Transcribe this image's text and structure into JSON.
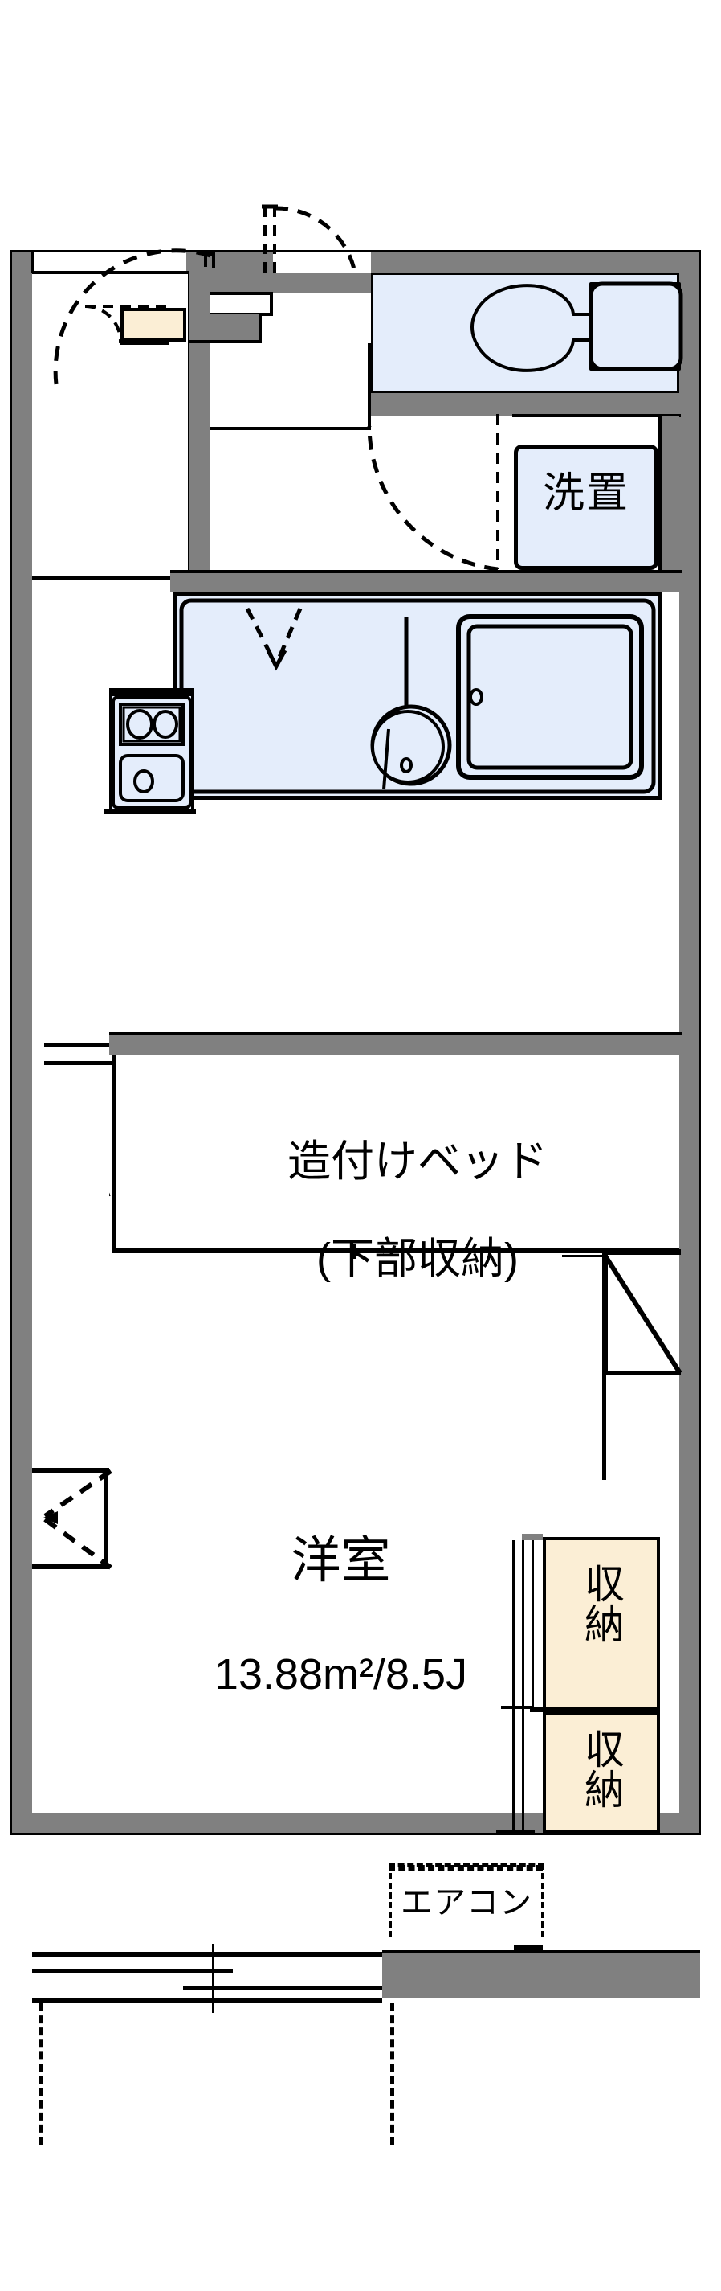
{
  "plan": {
    "type": "apartment-floor-plan",
    "unit_layout": "1K",
    "background_color": "#ffffff",
    "wall_color": "#808080",
    "wet_area_color": "#e4edfb",
    "tatami_storage_color": "#fbeed5",
    "line_color": "#000000"
  },
  "rooms": [
    {
      "id": "main-room",
      "name_line1": "洋室",
      "name_line2": "13.88m²/8.5J",
      "area_sqm": 13.88,
      "area_jo": 8.5
    },
    {
      "id": "built-in-bed",
      "name_line1": "造付けベッド",
      "name_line2": "(下部収納)"
    },
    {
      "id": "closet-upper",
      "name": "収納"
    },
    {
      "id": "closet-lower",
      "name": "収納"
    },
    {
      "id": "washer-space",
      "name": "洗置"
    },
    {
      "id": "aircon",
      "name": "エアコン"
    }
  ],
  "labels": {
    "main_room_title": "洋室",
    "main_room_area": "13.88m²/8.5J",
    "bed_title": "造付けベッド",
    "bed_sub": "(下部収納)",
    "closet_1": "収納",
    "closet_2": "収納",
    "washer": "洗置",
    "aircon": "エアコン"
  },
  "fixtures": [
    {
      "name": "toilet",
      "label": ""
    },
    {
      "name": "bathtub",
      "label": ""
    },
    {
      "name": "unit-bath",
      "label": ""
    },
    {
      "name": "washbasin",
      "label": ""
    },
    {
      "name": "kitchen-sink",
      "label": ""
    },
    {
      "name": "gas-stove-2-burner",
      "label": ""
    },
    {
      "name": "entrance-tile",
      "label": ""
    },
    {
      "name": "shoe-box",
      "label": ""
    },
    {
      "name": "balcony-sliding-window",
      "label": ""
    },
    {
      "name": "window-left",
      "label": ""
    }
  ],
  "doors": [
    {
      "name": "entrance-door",
      "swing": "outward-left"
    },
    {
      "name": "toilet-door",
      "swing": "outward-right"
    },
    {
      "name": "bath-door",
      "swing": "inward"
    },
    {
      "name": "room-door",
      "swing": "inward-left"
    },
    {
      "name": "shoe-box-door",
      "swing": "small"
    }
  ]
}
